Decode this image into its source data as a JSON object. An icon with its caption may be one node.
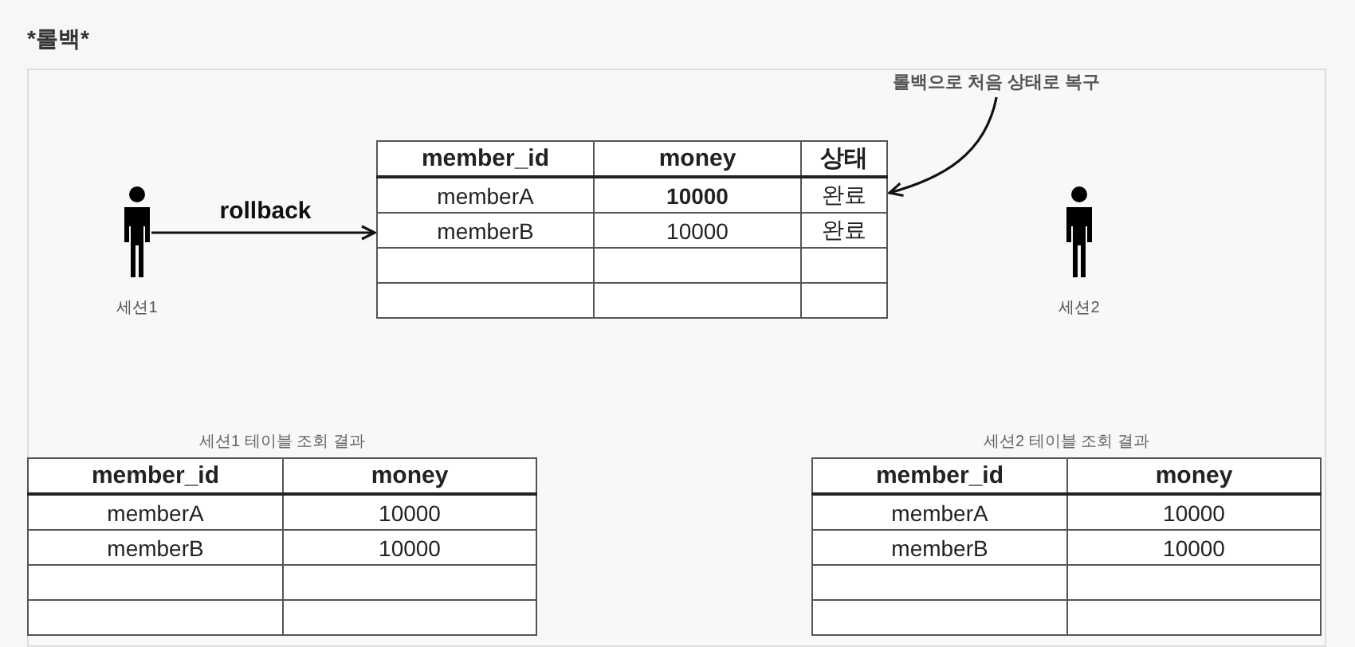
{
  "diagram": {
    "title": "*롤백*",
    "nodes": [
      {
        "text": [
          "세션1"
        ]
      },
      {
        "text": [],
        "shape": "table"
      },
      {
        "text": [
          "롤백으로 처음 상태로 복구"
        ]
      },
      {
        "text": [
          "세션2"
        ]
      }
    ],
    "edges": [
      {
        "from": 0,
        "to": 1,
        "arrow": "to",
        "label": "rollback"
      },
      {
        "from": 2,
        "to": 1,
        "arrow": "to"
      }
    ],
    "labels": [
      "member_id",
      "money",
      "상태",
      "memberA",
      "10000",
      "완료",
      "memberB",
      "10000",
      "완료",
      "세션1 테이블 조회 결과",
      "member_id",
      "money",
      "memberA",
      "10000",
      "memberB",
      "10000",
      "세션2 테이블 조회 결과",
      "member_id",
      "money",
      "memberA",
      "10000",
      "memberB",
      "10000"
    ]
  }
}
